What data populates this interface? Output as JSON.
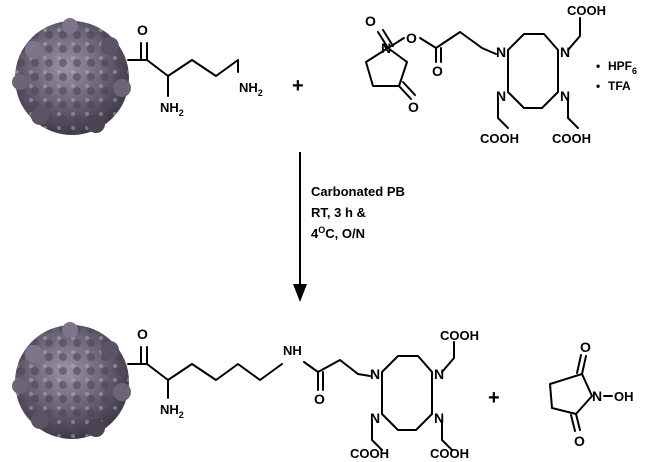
{
  "labels": {
    "o": "O",
    "n": "N",
    "nh2": "NH",
    "nh2_sub": "2",
    "cooh": "COOH",
    "hpf6": "HPF",
    "hpf6_sub": "6",
    "tfa": "TFA",
    "bullet": "•",
    "nh": "NH",
    "oh": "OH",
    "plus": "+"
  },
  "conditions": {
    "line1": "Carbonated PB",
    "line2": "RT, 3 h &",
    "line3_prefix": "4",
    "line3_sup": "O",
    "line3_suffix": "C, O/N"
  },
  "colors": {
    "virus_dark": "#3d3847",
    "virus_mid": "#6c6478",
    "virus_light": "#9a93a6"
  }
}
